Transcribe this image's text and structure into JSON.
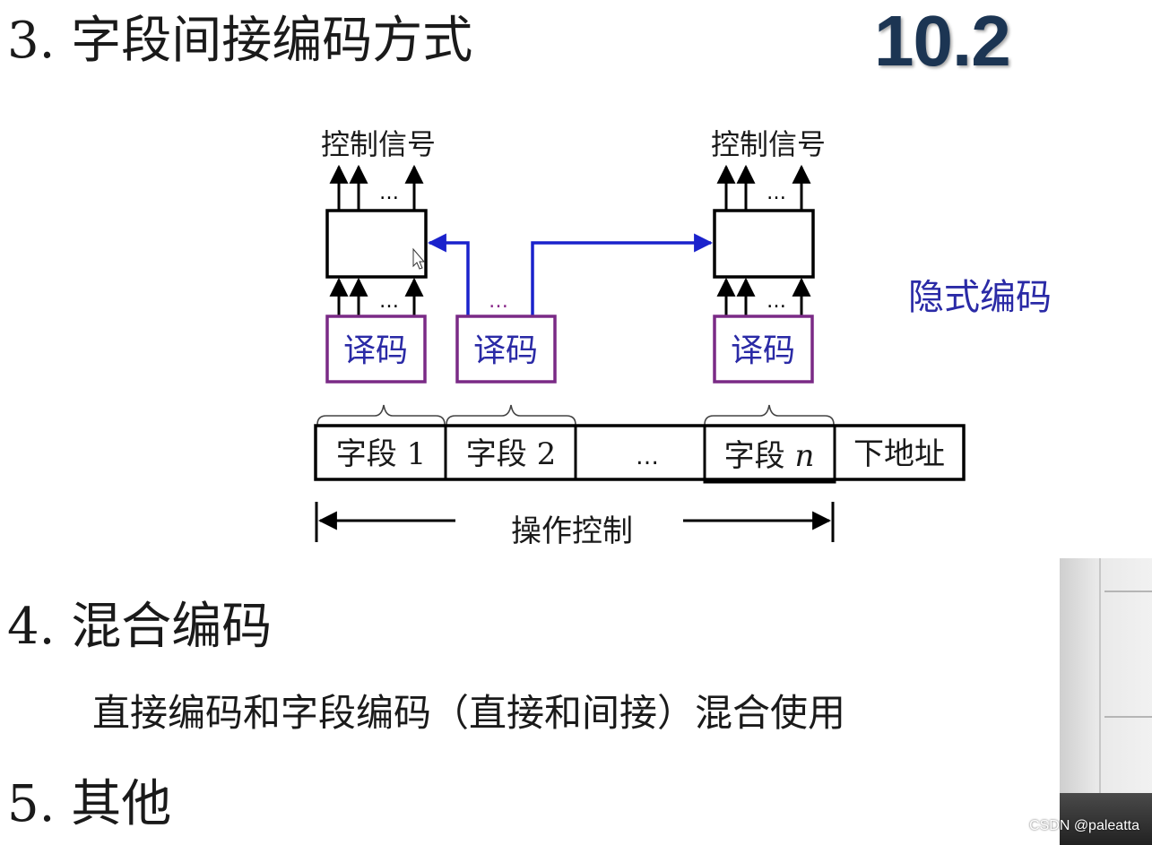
{
  "headings": {
    "h3": "3. 字段间接编码方式",
    "h4": "4. 混合编码",
    "h5": "5. 其他"
  },
  "badge": "10.2",
  "description": "直接编码和字段编码（直接和间接）混合使用",
  "diagram": {
    "signal_label_left": "控制信号",
    "signal_label_right": "控制信号",
    "ellipsis": "…",
    "decoder_label": "译码",
    "implicit_label": "隐式编码",
    "fields": [
      "字段 1",
      "字段 2",
      "…",
      "字段 ",
      "下地址"
    ],
    "field_n_italic": "n",
    "op_control_label": "操作控制",
    "colors": {
      "decoder_border": "#7a2a86",
      "link_blue": "#1a22cc",
      "decoder_text": "#2a2aa6",
      "implicit_text": "#2a2aa6",
      "ellipsis_purple": "#8a2a8a"
    }
  },
  "watermark": "CSDN @paleatta"
}
